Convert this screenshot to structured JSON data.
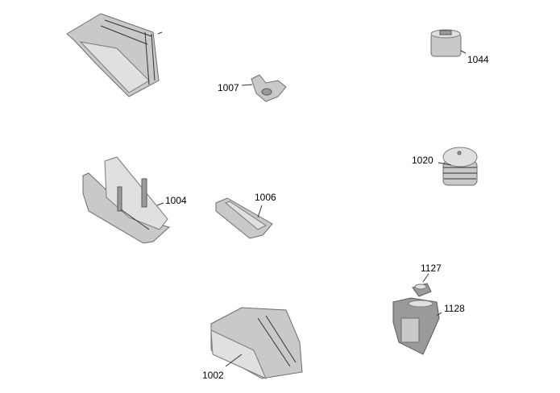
{
  "diagram": {
    "colors": {
      "part_fill": "#c9c9c9",
      "part_stroke": "#6e6e6e",
      "label": "#000000"
    },
    "parts": [
      {
        "id": "1007",
        "label": "1007"
      },
      {
        "id": "1044",
        "label": "1044"
      },
      {
        "id": "1020",
        "label": "1020"
      },
      {
        "id": "1004",
        "label": "1004"
      },
      {
        "id": "1006",
        "label": "1006"
      },
      {
        "id": "1127",
        "label": "1127"
      },
      {
        "id": "1128",
        "label": "1128"
      },
      {
        "id": "1002",
        "label": "1002"
      }
    ]
  }
}
